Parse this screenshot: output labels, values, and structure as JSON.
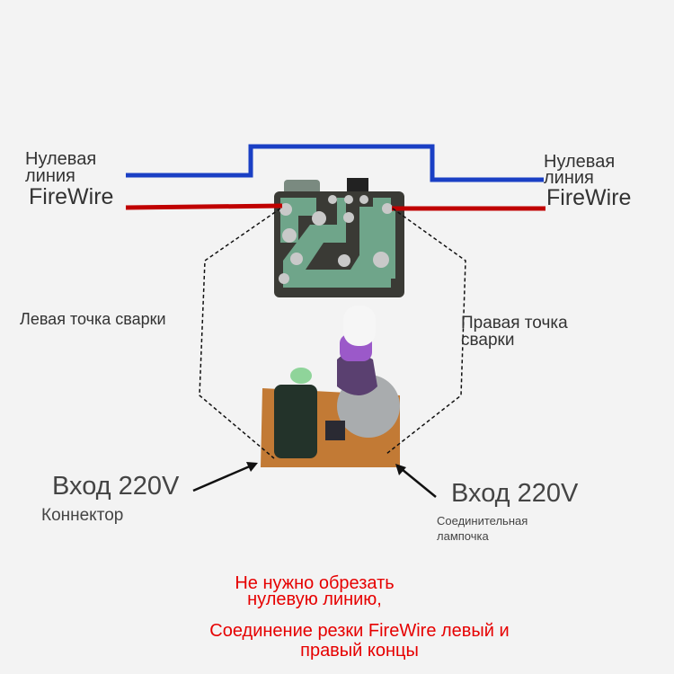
{
  "left": {
    "neutral_label_1": "Нулевая",
    "neutral_label_2": "линия",
    "firewire_label": "FireWire",
    "weld_point": "Левая точка сварки",
    "input_label": "Вход 220V",
    "input_sub": "Коннектор"
  },
  "right": {
    "neutral_label_1": "Нулевая",
    "neutral_label_2": "линия",
    "firewire_label": "FireWire",
    "weld_point_1": "Правая точка",
    "weld_point_2": "сварки",
    "input_label": "Вход 220V",
    "input_sub_1": "Соединительная",
    "input_sub_2": "лампочка"
  },
  "notes": {
    "line1": "Не нужно обрезать",
    "line2": "нулевую линию,",
    "line3": "Соединение резки FireWire левый и",
    "line4": "правый концы"
  },
  "colors": {
    "neutral": "#1a3fc4",
    "firewire": "#c00000",
    "note": "#e60000"
  }
}
